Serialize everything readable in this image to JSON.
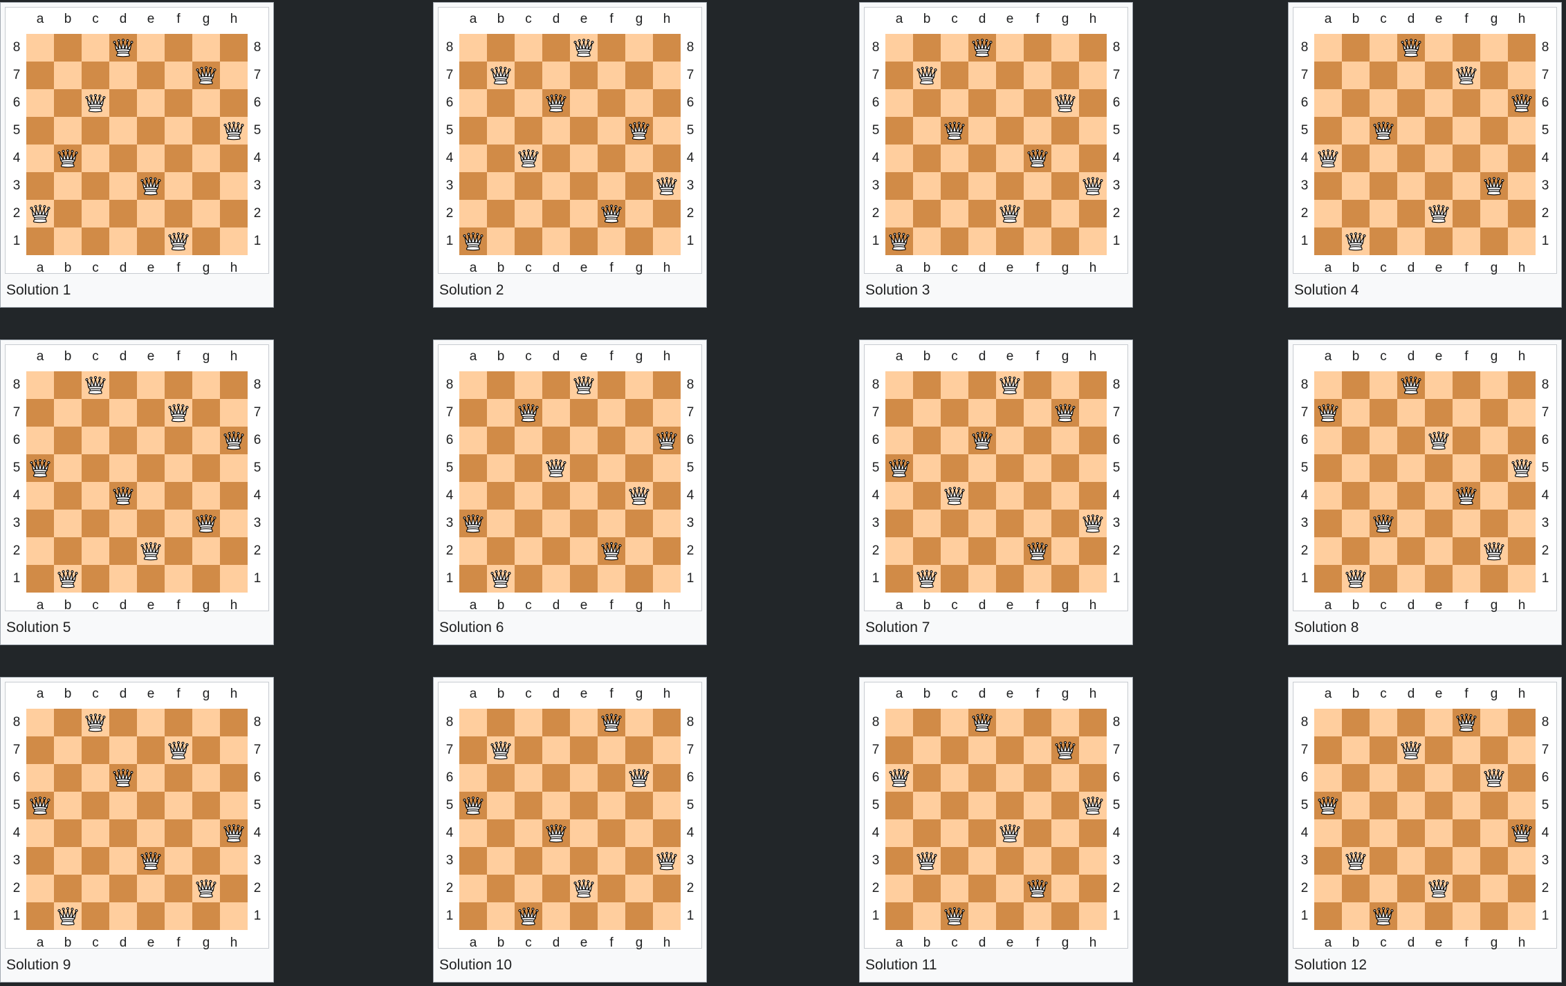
{
  "files": [
    "a",
    "b",
    "c",
    "d",
    "e",
    "f",
    "g",
    "h"
  ],
  "ranks": [
    "8",
    "7",
    "6",
    "5",
    "4",
    "3",
    "2",
    "1"
  ],
  "colors": {
    "background": "#222629",
    "light_square": "#ffce9e",
    "dark_square": "#d18b47"
  },
  "piece_icon": "white-queen-icon",
  "solutions": [
    {
      "caption": "Solution 1",
      "queens": [
        "a2",
        "b4",
        "c6",
        "d8",
        "e3",
        "f1",
        "g7",
        "h5"
      ]
    },
    {
      "caption": "Solution 2",
      "queens": [
        "a1",
        "b7",
        "c4",
        "d6",
        "e8",
        "f2",
        "g5",
        "h3"
      ]
    },
    {
      "caption": "Solution 3",
      "queens": [
        "a1",
        "b7",
        "c5",
        "d8",
        "e2",
        "f4",
        "g6",
        "h3"
      ]
    },
    {
      "caption": "Solution 4",
      "queens": [
        "a4",
        "b1",
        "c5",
        "d8",
        "e2",
        "f7",
        "g3",
        "h6"
      ]
    },
    {
      "caption": "Solution 5",
      "queens": [
        "a5",
        "b1",
        "c8",
        "d4",
        "e2",
        "f7",
        "g3",
        "h6"
      ]
    },
    {
      "caption": "Solution 6",
      "queens": [
        "a3",
        "b1",
        "c7",
        "d5",
        "e8",
        "f2",
        "g4",
        "h6"
      ]
    },
    {
      "caption": "Solution 7",
      "queens": [
        "a5",
        "b1",
        "c4",
        "d6",
        "e8",
        "f2",
        "g7",
        "h3"
      ]
    },
    {
      "caption": "Solution 8",
      "queens": [
        "a7",
        "b1",
        "c3",
        "d8",
        "e6",
        "f4",
        "g2",
        "h5"
      ]
    },
    {
      "caption": "Solution 9",
      "queens": [
        "a5",
        "b1",
        "c8",
        "d6",
        "e3",
        "f7",
        "g2",
        "h4"
      ]
    },
    {
      "caption": "Solution 10",
      "queens": [
        "a5",
        "b7",
        "c1",
        "d4",
        "e2",
        "f8",
        "g6",
        "h3"
      ]
    },
    {
      "caption": "Solution 11",
      "queens": [
        "a6",
        "b3",
        "c1",
        "d8",
        "e4",
        "f2",
        "g7",
        "h5"
      ]
    },
    {
      "caption": "Solution 12",
      "queens": [
        "a5",
        "b3",
        "c1",
        "d7",
        "e2",
        "f8",
        "g6",
        "h4"
      ]
    }
  ]
}
